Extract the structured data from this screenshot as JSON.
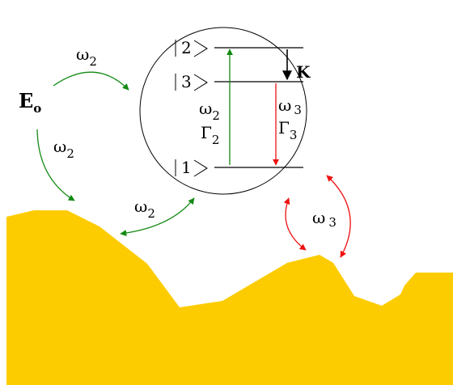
{
  "field": {
    "base": "E",
    "sub": "o"
  },
  "omega2": {
    "base": "ω",
    "sub": "2"
  },
  "omega3": {
    "base": "ω",
    "sub": "3"
  },
  "gamma2": {
    "base": "Γ",
    "sub": "2"
  },
  "gamma3": {
    "base": "Γ",
    "sub": "3"
  },
  "levels": {
    "l2": "2",
    "l3": "3",
    "l1": "1"
  },
  "decay_constant": "K",
  "colors": {
    "surface": "#fdcc00",
    "pump": "#138a13",
    "emission": "#ee1111",
    "line": "#000000"
  }
}
